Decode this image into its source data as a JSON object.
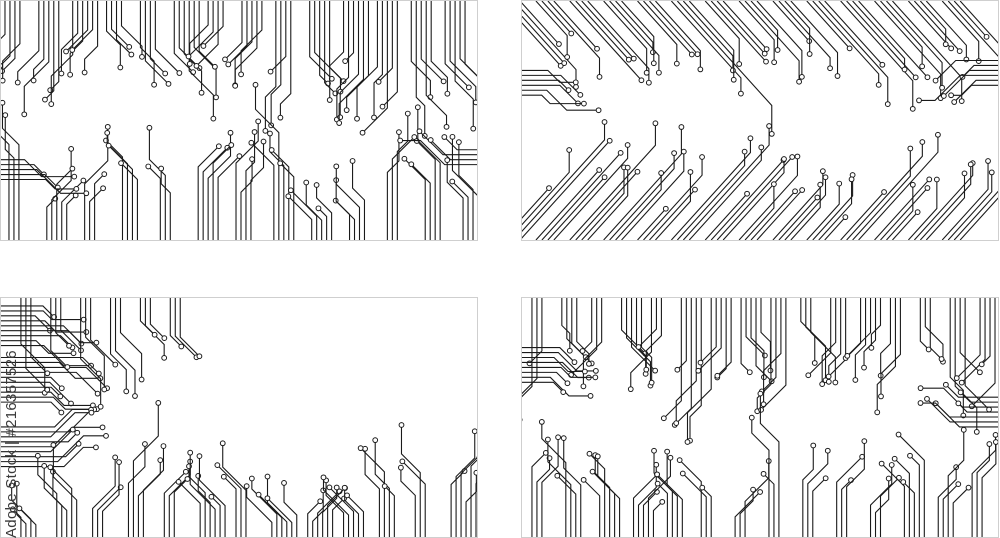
{
  "caption": "Adobe Stock | #216357526",
  "colors": {
    "trace": "#1a1a1a",
    "panel_border": "#cfcfcf",
    "background": "#ffffff"
  },
  "panels": [
    {
      "id": "p1",
      "variant": "top-and-bottom-edges"
    },
    {
      "id": "p2",
      "variant": "diagonal-corners"
    },
    {
      "id": "p3",
      "variant": "left-and-bottom-edges"
    },
    {
      "id": "p4",
      "variant": "dense-grid"
    }
  ]
}
